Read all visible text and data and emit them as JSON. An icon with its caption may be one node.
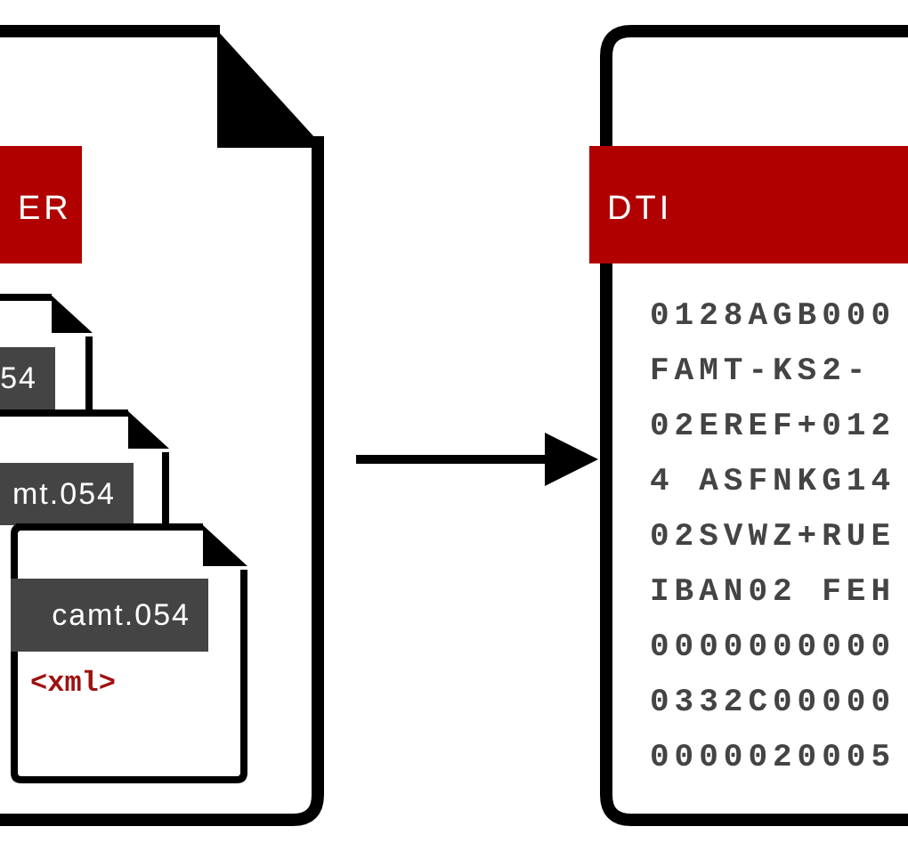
{
  "diagram": {
    "nodes": [
      {
        "text": [
          "ER"
        ]
      },
      {
        "text": [
          "54"
        ],
        "in": 0
      },
      {
        "text": [
          "mt.054"
        ],
        "in": 0
      },
      {
        "text": [
          "camt.054",
          "<xml>"
        ],
        "in": 0
      },
      {
        "text": [
          "DTI",
          "0128AGB000",
          "FAMT-KS2-",
          "02EREF+012",
          "4 ASFNKG14",
          "02SVWZ+RUE",
          "IBAN02 FEH",
          "0000000000",
          "0332C00000",
          "0000020005"
        ]
      }
    ],
    "edges": [
      {
        "from": 0,
        "to": 4,
        "arrow": "to"
      }
    ]
  }
}
